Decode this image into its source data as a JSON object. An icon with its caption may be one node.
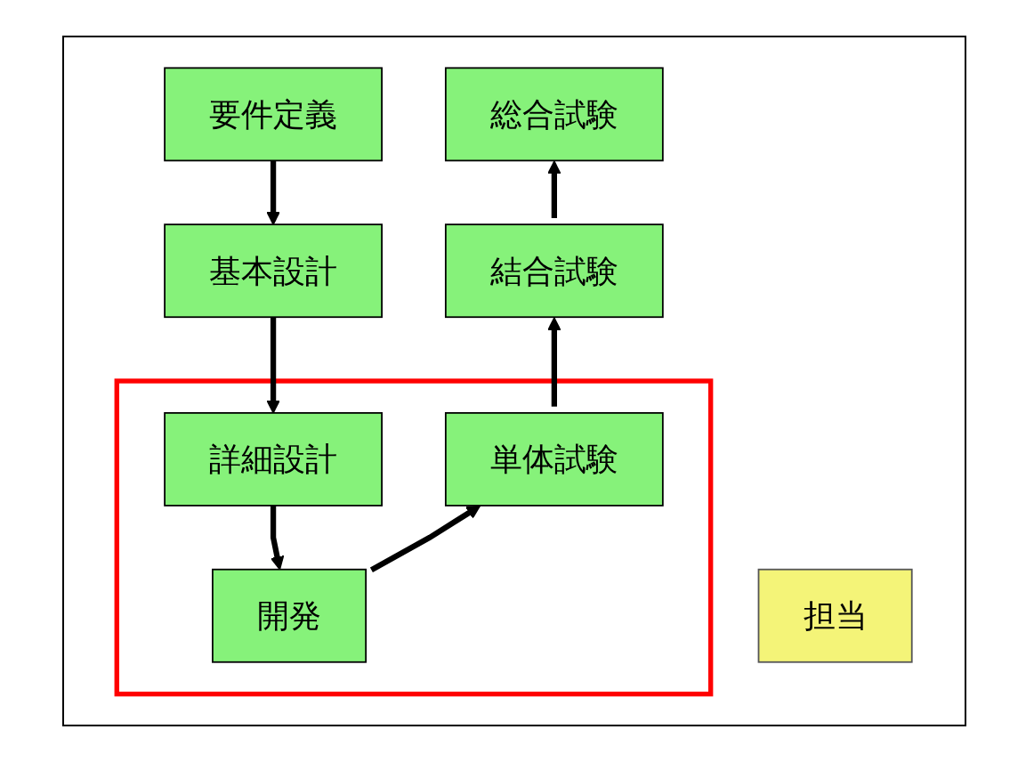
{
  "diagram": {
    "nodes": [
      {
        "text": [
          "要件定義"
        ]
      },
      {
        "text": [
          "総合試験"
        ]
      },
      {
        "text": [
          "基本設計"
        ]
      },
      {
        "text": [
          "結合試験"
        ]
      },
      {
        "text": [],
        "shape": "box"
      },
      {
        "text": [
          "詳細設計"
        ],
        "in": 4
      },
      {
        "text": [
          "単体試験"
        ],
        "in": 4
      },
      {
        "text": [
          "担当"
        ]
      },
      {
        "text": [
          "開発"
        ],
        "in": 4
      }
    ],
    "edges": [
      {
        "from": 0,
        "to": 2,
        "arrow": "to"
      },
      {
        "from": 2,
        "to": 5,
        "arrow": "to"
      },
      {
        "from": 5,
        "to": 8,
        "arrow": "to"
      },
      {
        "from": 8,
        "to": 6,
        "arrow": "to"
      },
      {
        "from": 6,
        "to": 3,
        "arrow": "to"
      },
      {
        "from": 3,
        "to": 1,
        "arrow": "to"
      }
    ]
  }
}
